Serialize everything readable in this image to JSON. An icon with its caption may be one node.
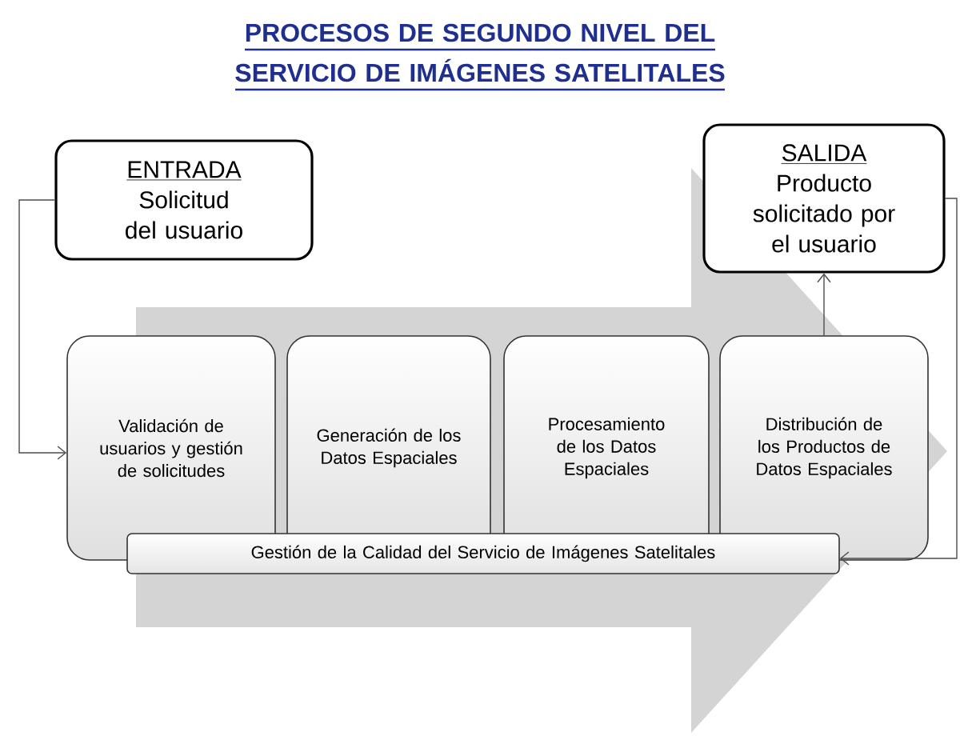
{
  "diagram": {
    "title": "PROCESOS DE SEGUNDO NIVEL DEL SERVICIO DE IMÁGENES SATELITALES",
    "nodes": [
      {
        "text": [
          "ENTRADA",
          "Solicitud del usuario"
        ]
      },
      {
        "text": [
          "SALIDA",
          "Producto solicitado por el usuario"
        ]
      },
      {
        "text": [
          "Validación de usuarios y gestión de solicitudes"
        ]
      },
      {
        "text": [
          "Generación de los Datos Espaciales"
        ]
      },
      {
        "text": [
          "Procesamiento de los Datos Espaciales"
        ]
      },
      {
        "text": [
          "Distribución de los Productos de Datos Espaciales"
        ]
      },
      {
        "text": [
          "Gestión de la Calidad del Servicio de Imágenes Satelitales"
        ]
      }
    ],
    "edges": [
      {
        "from": 0,
        "to": 2,
        "arrow": "to"
      },
      {
        "from": 5,
        "to": 1,
        "arrow": "to"
      },
      {
        "from": 1,
        "to": 6,
        "arrow": "to"
      },
      {
        "from": 2,
        "to": 5,
        "arrow": "to",
        "style": "thick",
        "color": "#d4d4d4"
      }
    ]
  }
}
